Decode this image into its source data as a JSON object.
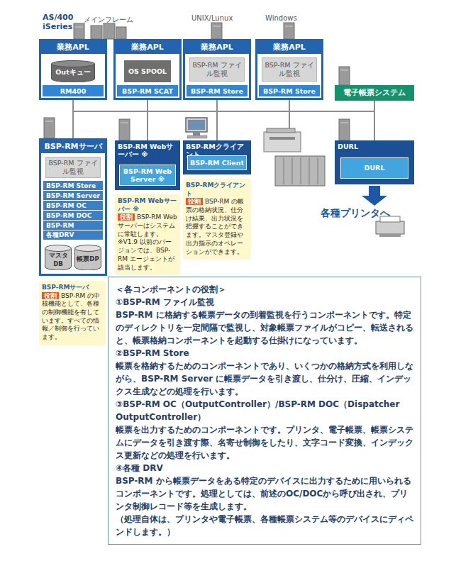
{
  "diagram": {
    "nodes": [
      {
        "text": [
          "業務APL"
        ]
      },
      {
        "text": [
          "Outキュー"
        ],
        "in": 0
      },
      {
        "text": [
          "RM400"
        ],
        "in": 0
      },
      {
        "text": [
          "業務APL"
        ]
      },
      {
        "text": [
          "OS SPOOL"
        ],
        "in": 3
      },
      {
        "text": [
          "BSP-RM SCAT"
        ],
        "in": 3
      },
      {
        "text": [
          "業務APL"
        ]
      },
      {
        "text": [
          "BSP-RM ファイル監視"
        ],
        "in": 6
      },
      {
        "text": [
          "BSP-RM Store"
        ],
        "in": 6
      },
      {
        "text": [
          "業務APL"
        ]
      },
      {
        "text": [
          "BSP-RM ファイル監視"
        ],
        "in": 9
      },
      {
        "text": [
          "BSP-RM Store"
        ],
        "in": 9
      },
      {
        "text": [
          "電子帳票システム"
        ]
      },
      {
        "text": [
          "BSP-RMサーバ"
        ]
      },
      {
        "text": [
          "BSP-RM ファイル監視"
        ],
        "in": 13
      },
      {
        "text": [
          "BSP-RM Store"
        ],
        "in": 13
      },
      {
        "text": [
          "BSP-RM Server"
        ],
        "in": 13
      },
      {
        "text": [
          "BSP-RM OC"
        ],
        "in": 13
      },
      {
        "text": [
          "BSP-RM DOC"
        ],
        "in": 13
      },
      {
        "text": [
          "BSP-RM"
        ],
        "in": 13
      },
      {
        "text": [
          "各種DRV"
        ],
        "in": 13
      },
      {
        "text": [
          "マスタDB"
        ],
        "in": 13
      },
      {
        "text": [
          "帳票DP"
        ],
        "in": 13
      },
      {
        "text": [
          "BSP-RM Webサーバー ※"
        ]
      },
      {
        "text": [
          "BSP-RM Web Server ※"
        ],
        "in": 23
      },
      {
        "text": [
          "BSP-RMクライアント"
        ]
      },
      {
        "text": [
          "BSP-RM Client"
        ],
        "in": 25
      },
      {
        "text": [
          "DURL"
        ]
      },
      {
        "text": [
          "DURL"
        ],
        "in": 27
      },
      {
        "text": [
          "BSP-RMサーバ",
          "役割",
          "BSP-RM の中核機能として、各種の制御機能を有しています。すべての情報／制御を行っています。"
        ]
      },
      {
        "text": [
          "BSP-RM Webサーバー ※",
          "役割",
          "BSP-RM Web サーバーはシステムに常駐します。※V1.9 以前のバージョンでは、BSP-RM エージェントが該当します。"
        ]
      },
      {
        "text": [
          "BSP-RMクライアント",
          "役割",
          "BSP-RM の帳票の格納状況、仕分け結果、出力状況を把握することができます。マスタ登録や出力指示のオペレーションができます。"
        ]
      },
      {
        "text": [
          "＜各コンポーネントの役割＞",
          "①BSP-RM ファイル監視",
          "BSP-RM に格納する帳票データの到着監視を行うコンポーネントです。特定のディレクトリを一定間隔で監視し、対象帳票ファイルがコピー、転送されると、帳票格納コンポーネントを起動する仕掛けになっています。",
          "②BSP-RM Store",
          "帳票を格納するためのコンポーネントであり、いくつかの格納方式を利用しながら、BSP-RM Server に帳票データを引き渡し、仕分け、圧縮、インデックス生成などの処理を行います。",
          "③BSP-RM OC（OutputController）/BSP-RM DOC（Dispatcher OutputController）",
          "帳票を出力するためのコンポーネントです。プリンタ、電子帳票、帳票システムにデータを引き渡す際、名寄せ制御をしたり、文字コード変換、インデックス更新などの処理を行います。",
          "④各種 DRV",
          "BSP-RM から帳票データをある特定のデバイスに出力するために用いられるコンポーネントです。処理としては、前述のOC/DOCから呼び出され、プリンタ制御レコード等を生成します。",
          "（処理自体は、プリンタや電子帳票、各種帳票システム等のデバイスにディペンドします。）"
        ]
      }
    ],
    "edges": [
      {
        "from": 0,
        "to": 1,
        "arrow": "to"
      },
      {
        "from": 3,
        "to": 4,
        "arrow": "to"
      },
      {
        "from": 0,
        "to": 13,
        "arrow": "none"
      },
      {
        "from": 3,
        "to": 13,
        "arrow": "none"
      },
      {
        "from": 6,
        "to": 13,
        "arrow": "none"
      },
      {
        "from": 9,
        "to": 13,
        "arrow": "none"
      },
      {
        "from": 12,
        "to": 13,
        "arrow": "none"
      },
      {
        "from": 13,
        "to": 23,
        "arrow": "none"
      },
      {
        "from": 13,
        "to": 25,
        "arrow": "none"
      },
      {
        "from": 13,
        "to": 27,
        "arrow": "none"
      }
    ],
    "labels": [
      "AS/400 iSeries",
      "メインフレーム",
      "UNIX/Lunux",
      "Windows",
      "各種プリンタへ"
    ]
  }
}
